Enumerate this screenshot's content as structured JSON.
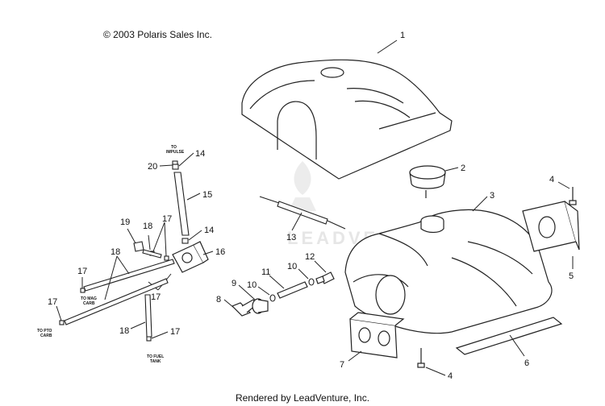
{
  "header": {
    "copyright": "© 2003 Polaris Sales Inc."
  },
  "footer": {
    "rendered_by": "Rendered by LeadVenture, Inc."
  },
  "watermark": {
    "text": "LEADVENTURE"
  },
  "callouts": {
    "c1": "1",
    "c2": "2",
    "c3": "3",
    "c4a": "4",
    "c4b": "4",
    "c5": "5",
    "c6": "6",
    "c7": "7",
    "c8": "8",
    "c9": "9",
    "c10a": "10",
    "c10b": "10",
    "c11": "11",
    "c12": "12",
    "c13": "13",
    "c14a": "14",
    "c14b": "14",
    "c15": "15",
    "c16": "16",
    "c17a": "17",
    "c17b": "17",
    "c17c": "17",
    "c17d": "17",
    "c17e": "17",
    "c18a": "18",
    "c18b": "18",
    "c18c": "18",
    "c19": "19",
    "c20": "20"
  },
  "labels": {
    "to_impulse": [
      "TO",
      "IMPULSE"
    ],
    "to_mag_carb": [
      "TO MAG",
      "CARB"
    ],
    "to_pto_carb": [
      "TO PTO",
      "CARB"
    ],
    "to_fuel_tank": [
      "TO FUEL",
      "TANK"
    ]
  }
}
